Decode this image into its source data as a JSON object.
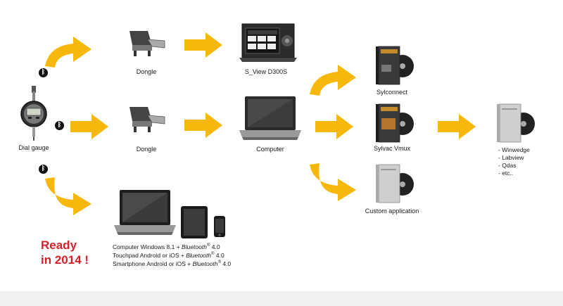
{
  "colors": {
    "arrow": "#f7b70d",
    "ready": "#d2232a",
    "bluetooth": "#111111"
  },
  "nodes": {
    "dial_gauge": "Dial gauge",
    "dongle_top": "Dongle",
    "dongle_mid": "Dongle",
    "sview": "S_View D300S",
    "computer": "Computer",
    "sylconnect": "Sylconnect",
    "sylvac_vmux": "Sylvac Vmux",
    "custom_app": "Custom application"
  },
  "icons": {
    "bluetooth": "bluetooth-icon",
    "dial_gauge": "dial-gauge-icon",
    "dongle": "usb-dongle-icon",
    "display": "sview-display-icon",
    "laptop": "laptop-icon",
    "software_box": "software-box-icon",
    "tablet": "tablet-icon",
    "phone": "smartphone-icon"
  },
  "bluetooth_symbol": "ᛒ",
  "software_list": [
    "- Winwedge",
    "- Labview",
    "- Qdas",
    "- etc.."
  ],
  "ready": {
    "line1": "Ready",
    "line2": "in 2014 !"
  },
  "requirements": [
    {
      "prefix": "Computer Windows 8.1 + ",
      "bt": "Bluetooth",
      "reg": "®",
      "suffix": " 4.0"
    },
    {
      "prefix": "Touchpad Android or iOS + ",
      "bt": "Bluetooth",
      "reg": "®",
      "suffix": " 4.0"
    },
    {
      "prefix": "Smartphone Android or iOS + ",
      "bt": "Bluetooth",
      "reg": "®",
      "suffix": " 4.0"
    }
  ]
}
